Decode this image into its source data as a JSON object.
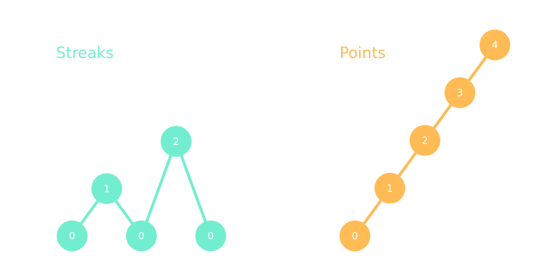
{
  "chart_data": [
    {
      "type": "line",
      "title": "Streaks",
      "color": "#72edd0",
      "x": [
        1,
        2,
        3,
        4,
        5
      ],
      "values": [
        0,
        1,
        0,
        2,
        0
      ],
      "labels": [
        "0",
        "1",
        "0",
        "2",
        "0"
      ],
      "ylim": [
        0,
        4
      ],
      "grid": false,
      "markers": "filled-circle-with-value"
    },
    {
      "type": "line",
      "title": "Points",
      "color": "#ffbb55",
      "x": [
        1,
        2,
        3,
        4,
        5
      ],
      "values": [
        0,
        1,
        2,
        3,
        4
      ],
      "labels": [
        "0",
        "1",
        "2",
        "3",
        "4"
      ],
      "ylim": [
        0,
        4
      ],
      "grid": false,
      "markers": "filled-circle-with-value"
    }
  ]
}
